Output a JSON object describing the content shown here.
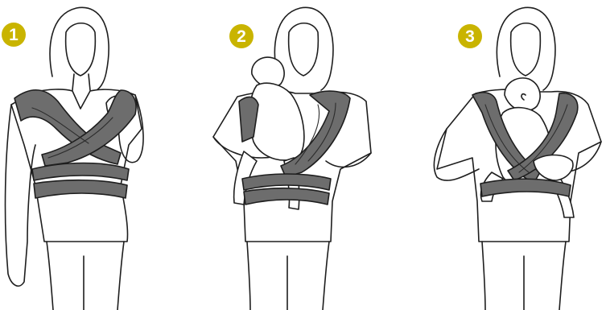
{
  "badge_color": "#c9b400",
  "wrap_color": "#6d6d6d",
  "steps": [
    {
      "number": "1"
    },
    {
      "number": "2"
    },
    {
      "number": "3"
    }
  ]
}
